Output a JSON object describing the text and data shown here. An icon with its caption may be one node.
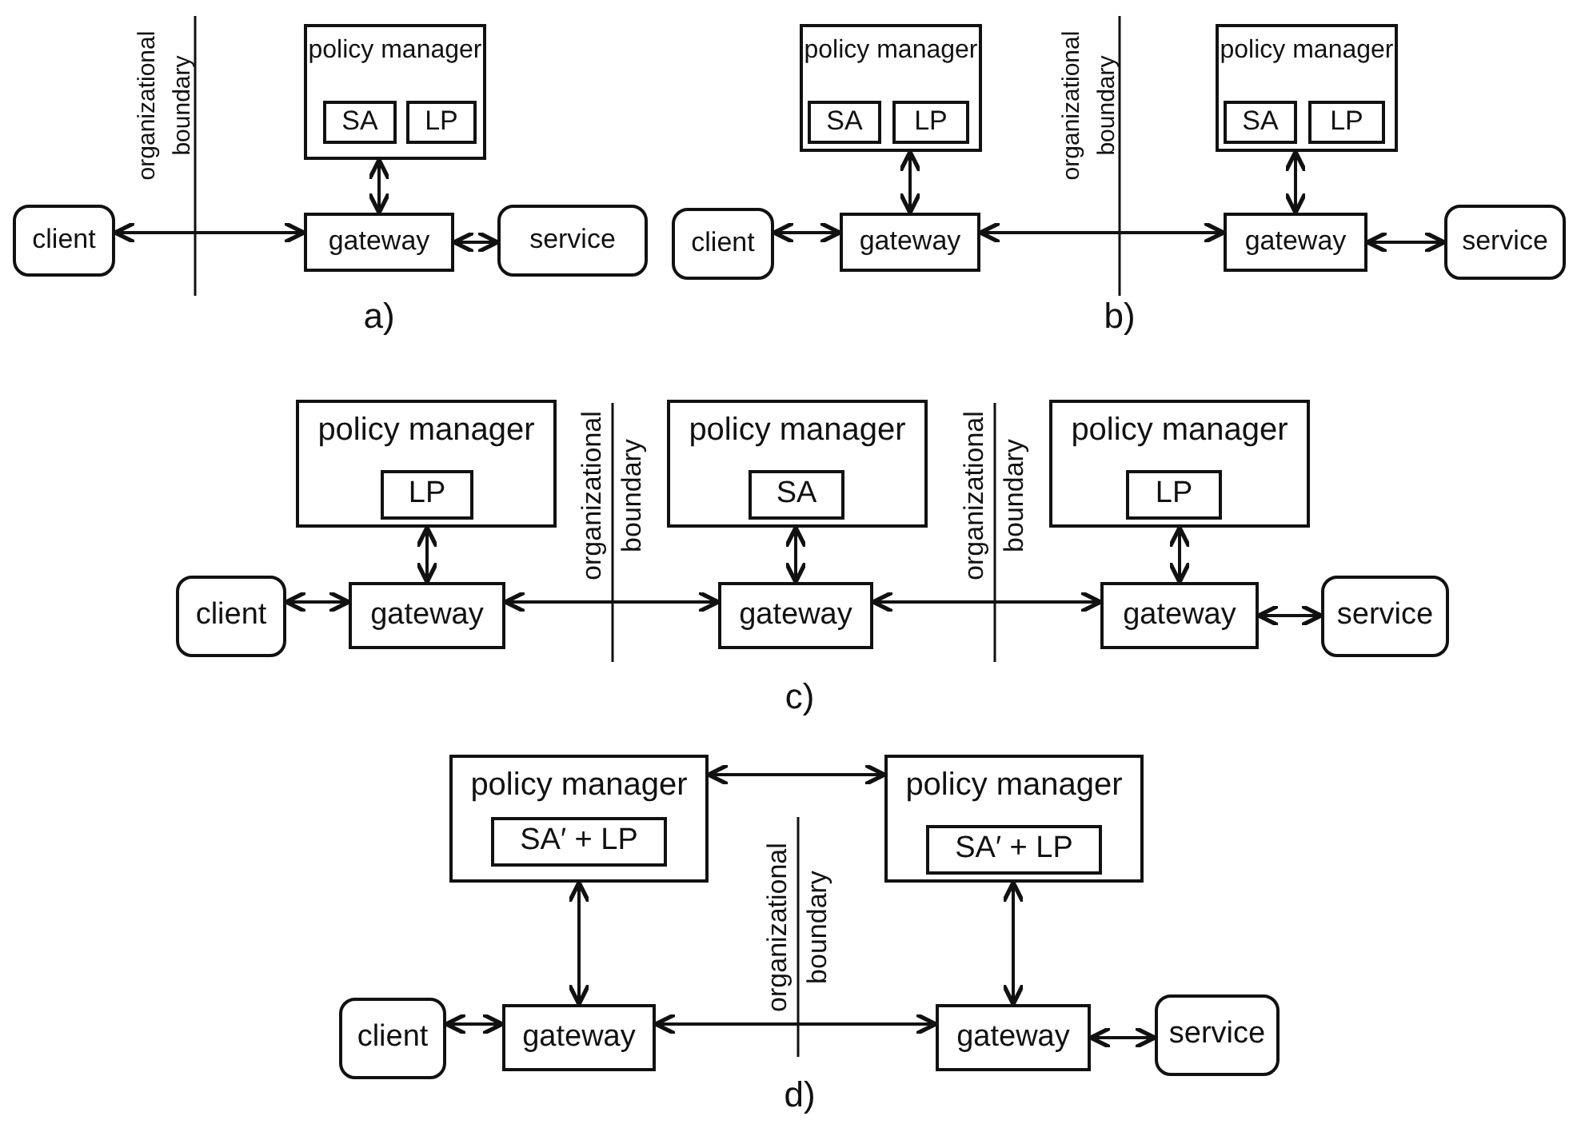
{
  "diagram": {
    "nodes": [
      {
        "text": [
          "policy manager"
        ]
      },
      {
        "text": [
          "SA"
        ],
        "in": 0
      },
      {
        "text": [
          "LP"
        ],
        "in": 0
      },
      {
        "text": [
          "client"
        ]
      },
      {
        "text": [
          "gateway"
        ]
      },
      {
        "text": [
          "service"
        ]
      },
      {
        "text": [
          "policy manager"
        ]
      },
      {
        "text": [
          "SA"
        ],
        "in": 6
      },
      {
        "text": [
          "LP"
        ],
        "in": 6
      },
      {
        "text": [
          "policy manager"
        ]
      },
      {
        "text": [
          "SA"
        ],
        "in": 9
      },
      {
        "text": [
          "LP"
        ],
        "in": 9
      },
      {
        "text": [
          "client"
        ]
      },
      {
        "text": [
          "gateway"
        ]
      },
      {
        "text": [
          "gateway"
        ]
      },
      {
        "text": [
          "service"
        ]
      },
      {
        "text": [
          "policy manager"
        ]
      },
      {
        "text": [
          "LP"
        ],
        "in": 16
      },
      {
        "text": [
          "policy manager"
        ]
      },
      {
        "text": [
          "SA"
        ],
        "in": 18
      },
      {
        "text": [
          "policy manager"
        ]
      },
      {
        "text": [
          "LP"
        ],
        "in": 20
      },
      {
        "text": [
          "client"
        ]
      },
      {
        "text": [
          "gateway"
        ]
      },
      {
        "text": [
          "gateway"
        ]
      },
      {
        "text": [
          "gateway"
        ]
      },
      {
        "text": [
          "service"
        ]
      },
      {
        "text": [
          "policy manager"
        ]
      },
      {
        "text": [
          "SA′ + LP"
        ],
        "in": 27
      },
      {
        "text": [
          "policy manager"
        ]
      },
      {
        "text": [
          "SA′ + LP"
        ],
        "in": 29
      },
      {
        "text": [
          "client"
        ]
      },
      {
        "text": [
          "gateway"
        ]
      },
      {
        "text": [
          "gateway"
        ]
      },
      {
        "text": [
          "service"
        ]
      }
    ],
    "edges": [
      {
        "from": 3,
        "to": 4,
        "arrow": "both"
      },
      {
        "from": 4,
        "to": 5,
        "arrow": "both"
      },
      {
        "from": 0,
        "to": 4,
        "arrow": "both"
      },
      {
        "from": 12,
        "to": 13,
        "arrow": "both"
      },
      {
        "from": 13,
        "to": 14,
        "arrow": "both"
      },
      {
        "from": 14,
        "to": 15,
        "arrow": "both"
      },
      {
        "from": 6,
        "to": 13,
        "arrow": "both"
      },
      {
        "from": 9,
        "to": 14,
        "arrow": "both"
      },
      {
        "from": 22,
        "to": 23,
        "arrow": "both"
      },
      {
        "from": 23,
        "to": 24,
        "arrow": "both"
      },
      {
        "from": 24,
        "to": 25,
        "arrow": "both"
      },
      {
        "from": 25,
        "to": 26,
        "arrow": "both"
      },
      {
        "from": 16,
        "to": 23,
        "arrow": "both"
      },
      {
        "from": 18,
        "to": 24,
        "arrow": "both"
      },
      {
        "from": 20,
        "to": 25,
        "arrow": "both"
      },
      {
        "from": 27,
        "to": 29,
        "arrow": "both"
      },
      {
        "from": 27,
        "to": 32,
        "arrow": "both"
      },
      {
        "from": 29,
        "to": 33,
        "arrow": "both"
      },
      {
        "from": 31,
        "to": 32,
        "arrow": "both"
      },
      {
        "from": 32,
        "to": 33,
        "arrow": "both"
      },
      {
        "from": 33,
        "to": 34,
        "arrow": "both"
      }
    ],
    "labels": [
      "organizational boundary",
      "a)",
      "organizational boundary",
      "b)",
      "organizational boundary",
      "organizational boundary",
      "c)",
      "organizational boundary",
      "d)"
    ]
  }
}
